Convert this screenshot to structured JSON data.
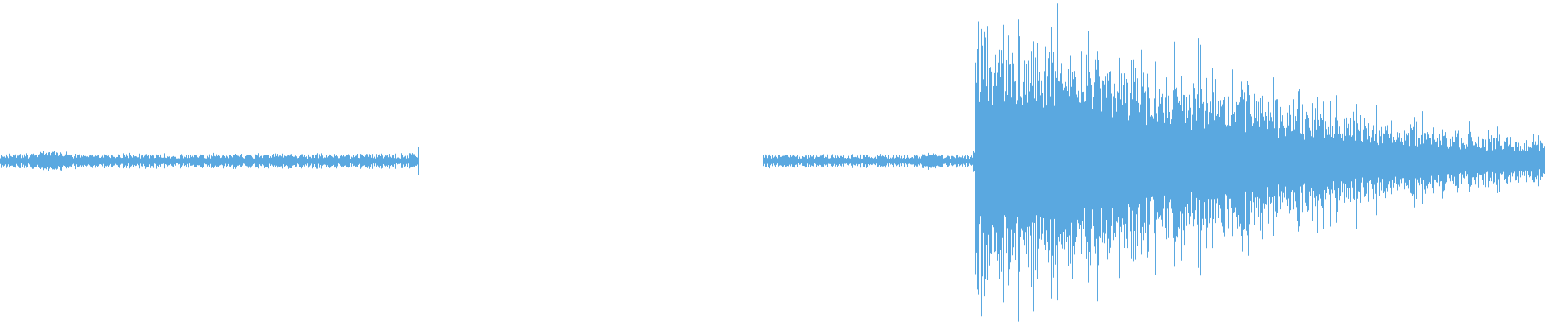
{
  "waveform": {
    "color": "#5aa8e0",
    "background": "#ffffff",
    "segments": [
      {
        "name": "segment-1",
        "start": 0.0,
        "end": 0.2715,
        "shape": "quiet-noise",
        "peak": 0.045,
        "bump_at": 0.125,
        "bump_level": 0.07
      },
      {
        "name": "segment-2",
        "start": 0.4935,
        "end": 0.6295,
        "shape": "quiet-noise",
        "peak": 0.04,
        "bump_at": 0.8,
        "bump_level": 0.06
      },
      {
        "name": "segment-3",
        "start": 0.6295,
        "end": 1.0,
        "shape": "decay-burst",
        "peak": 0.82,
        "tail": 0.12
      }
    ]
  }
}
